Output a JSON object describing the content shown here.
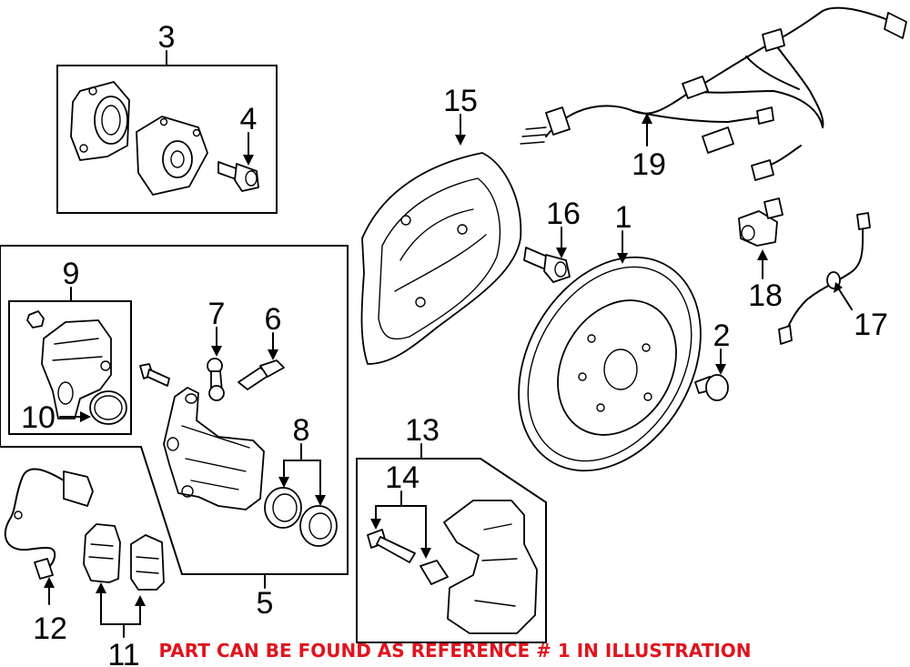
{
  "callouts": [
    "1",
    "2",
    "3",
    "4",
    "5",
    "6",
    "7",
    "8",
    "9",
    "10",
    "11",
    "12",
    "13",
    "14",
    "15",
    "16",
    "17",
    "18",
    "19"
  ],
  "footer_note": "PART CAN BE FOUND AS REFERENCE # 1 IN ILLUSTRATION",
  "colors": {
    "line": "#000000",
    "background": "#ffffff",
    "note": "#e0141e"
  }
}
